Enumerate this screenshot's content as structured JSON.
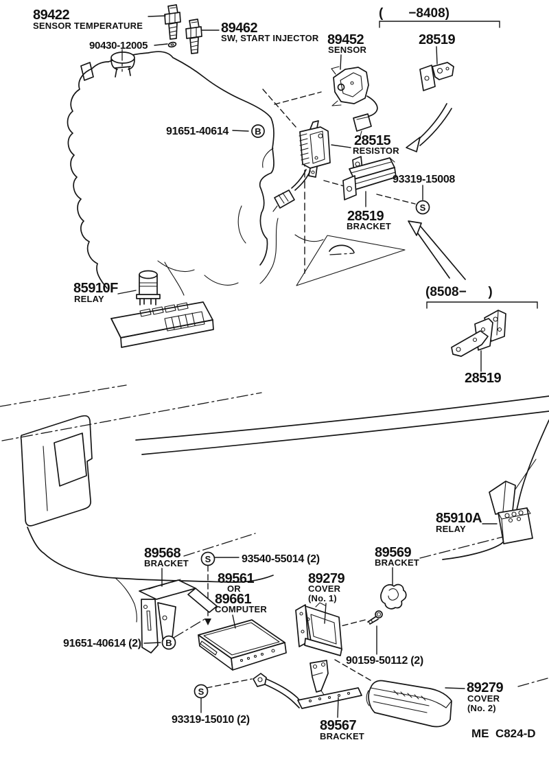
{
  "meta": {
    "drawing_code": "ME  C824-D"
  },
  "symbols": {
    "bolt": "B",
    "screw": "S"
  },
  "date_ranges": {
    "early": "(       −8408)",
    "late": "(8508−      )"
  },
  "parts": {
    "sensor_temperature": {
      "number": "89422",
      "name": "SENSOR TEMPERATURE"
    },
    "switch_start_injector": {
      "number": "89462",
      "name": "SW, START INJECTOR"
    },
    "gasket": {
      "number": "90430-12005"
    },
    "sensor": {
      "number": "89452",
      "name": "SENSOR"
    },
    "bracket_early": {
      "number": "28519"
    },
    "bolt_resistor": {
      "number": "91651-40614"
    },
    "resistor": {
      "number": "28515",
      "name": "RESISTOR"
    },
    "screw_bracket": {
      "number": "93319-15008"
    },
    "bracket_resistor": {
      "number": "28519",
      "name": "BRACKET"
    },
    "relay_efi": {
      "number": "85910F",
      "name": "RELAY"
    },
    "bracket_late": {
      "number": "28519"
    },
    "relay_a": {
      "number": "85910A",
      "name": "RELAY"
    },
    "bracket_upper": {
      "number": "89568",
      "name": "BRACKET"
    },
    "screw_computer": {
      "number": "93540-55014 (2)"
    },
    "computer": {
      "number_a": "89561",
      "conj": "OR",
      "number_b": "89661",
      "name": "COMPUTER"
    },
    "cover_no1": {
      "number": "89279",
      "name": "COVER",
      "note": "(No. 1)"
    },
    "bracket_side": {
      "number": "89569",
      "name": "BRACKET"
    },
    "bolt_computer": {
      "number": "91651-40614 (2)"
    },
    "screw_cover": {
      "number": "90159-50112 (2)"
    },
    "screw_bracket_lower": {
      "number": "93319-15010 (2)"
    },
    "bracket_lower": {
      "number": "89567",
      "name": "BRACKET"
    },
    "cover_no2": {
      "number": "89279",
      "name": "COVER",
      "note": "(No. 2)"
    }
  }
}
